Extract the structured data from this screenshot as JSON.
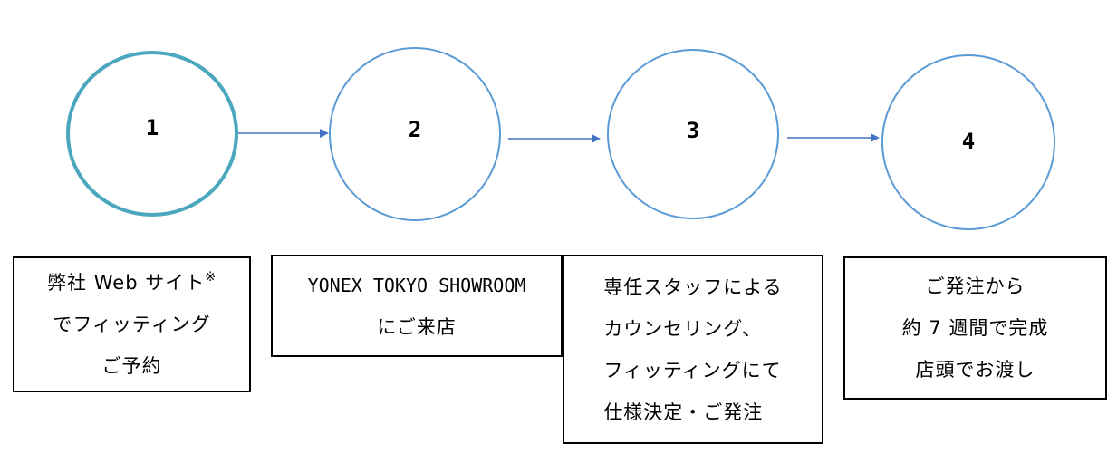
{
  "steps": [
    {
      "number": "1",
      "lines": [
        "弊社 Web サイト",
        "でフィッティング",
        "ご予約"
      ],
      "note_mark": "※"
    },
    {
      "number": "2",
      "lines": [
        "YONEX TOKYO SHOWROOM",
        "にご来店"
      ]
    },
    {
      "number": "3",
      "lines": [
        "専任スタッフによる",
        "カウンセリング、",
        "フィッティングにて",
        "仕様決定・ご発注"
      ]
    },
    {
      "number": "4",
      "lines": [
        "ご発注から",
        "約 7 週間で完成",
        "店頭でお渡し"
      ]
    }
  ],
  "colors": {
    "circle_first": "#4aa7bd",
    "circle_other": "#5b9bd5",
    "arrow": "#4472c4",
    "box_border": "#000000"
  }
}
